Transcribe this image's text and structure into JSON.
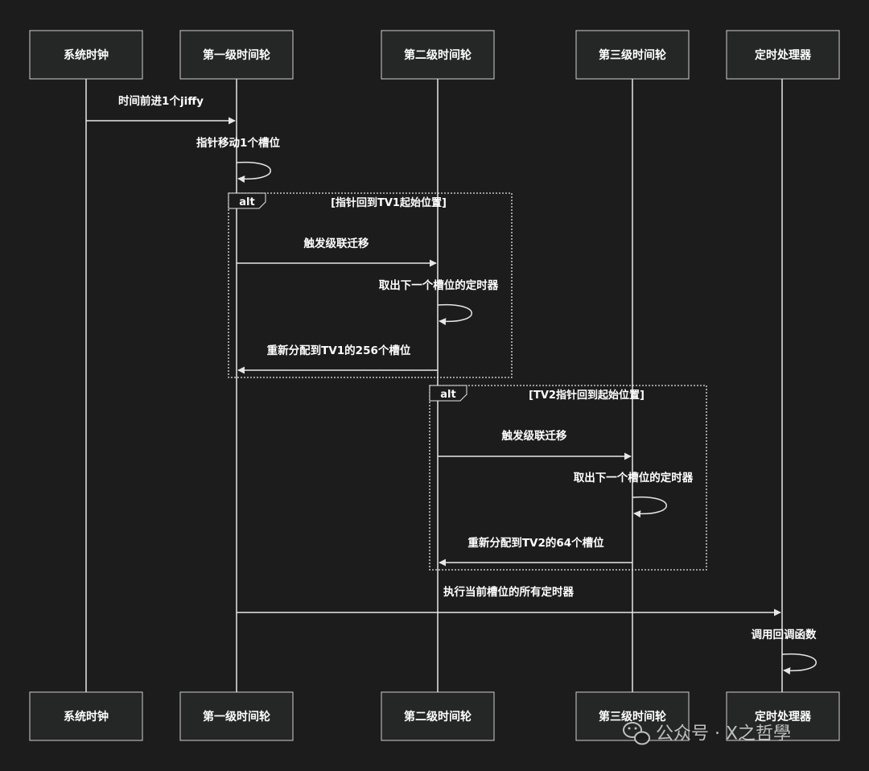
{
  "participants": [
    {
      "id": "clock",
      "label": "系统时钟"
    },
    {
      "id": "tv1",
      "label": "第一级时间轮"
    },
    {
      "id": "tv2",
      "label": "第二级时间轮"
    },
    {
      "id": "tv3",
      "label": "第三级时间轮"
    },
    {
      "id": "handler",
      "label": "定时处理器"
    }
  ],
  "messages": [
    {
      "from": "clock",
      "to": "tv1",
      "label": "时间前进1个jiffy"
    },
    {
      "from": "tv1",
      "to": "tv1",
      "label": "指针移动1个槽位"
    },
    {
      "from": "tv1",
      "to": "tv2",
      "label": "触发级联迁移"
    },
    {
      "from": "tv2",
      "to": "tv2",
      "label": "取出下一个槽位的定时器"
    },
    {
      "from": "tv2",
      "to": "tv1",
      "label": "重新分配到TV1的256个槽位"
    },
    {
      "from": "tv2",
      "to": "tv3",
      "label": "触发级联迁移"
    },
    {
      "from": "tv3",
      "to": "tv3",
      "label": "取出下一个槽位的定时器"
    },
    {
      "from": "tv3",
      "to": "tv2",
      "label": "重新分配到TV2的64个槽位"
    },
    {
      "from": "tv1",
      "to": "handler",
      "label": "执行当前槽位的所有定时器"
    },
    {
      "from": "handler",
      "to": "handler",
      "label": "调用回调函数"
    }
  ],
  "fragments": [
    {
      "type": "alt",
      "condition": "[指针回到TV1起始位置]"
    },
    {
      "type": "alt",
      "condition": "[TV2指针回到起始位置]"
    }
  ],
  "watermark": {
    "text": "公众号 · X之哲學",
    "icon": "wechat-icon"
  }
}
